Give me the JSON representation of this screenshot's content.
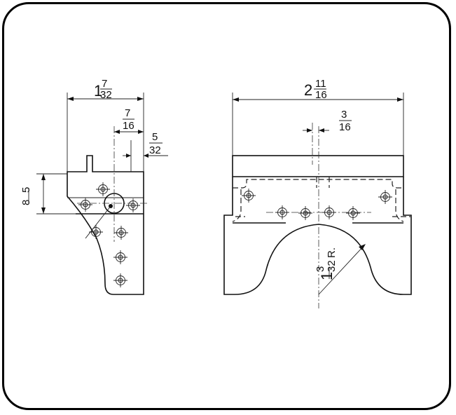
{
  "dimensions": {
    "side_width": {
      "whole": "1",
      "num": "7",
      "den": "32"
    },
    "side_offset_a": {
      "num": "7",
      "den": "16"
    },
    "side_offset_b": {
      "num": "5",
      "den": "32"
    },
    "side_height": {
      "num": "5",
      "den": "8"
    },
    "front_width": {
      "whole": "2",
      "num": "11",
      "den": "16"
    },
    "front_offset": {
      "num": "3",
      "den": "16"
    },
    "radius": {
      "whole": "1",
      "num": "3",
      "den": "32",
      "suffix": "R."
    }
  },
  "colors": {
    "ink": "#111111",
    "paper": "#ffffff"
  }
}
